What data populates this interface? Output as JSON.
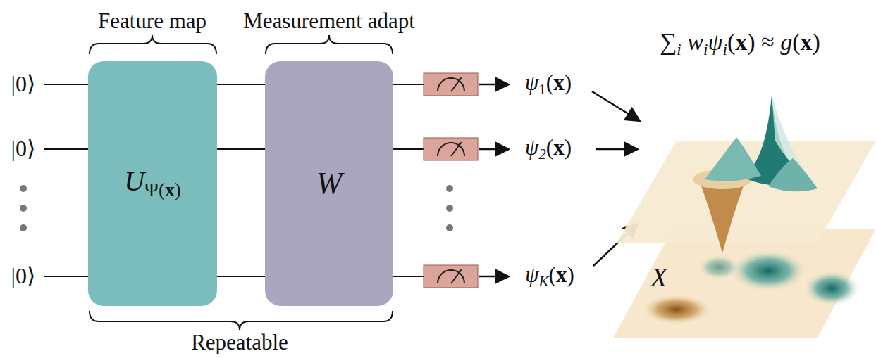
{
  "diagram": {
    "nodes": [
      {
        "text": [
          "UΨ(x)"
        ]
      },
      {
        "text": [
          "W"
        ]
      }
    ],
    "edges": [
      {
        "from": 0,
        "to": 1,
        "arrow": "none"
      },
      {
        "from": 0,
        "to": 1,
        "arrow": "none"
      },
      {
        "from": 0,
        "to": 1,
        "arrow": "none"
      }
    ],
    "labels": [
      "|0⟩",
      "|0⟩",
      "|0⟩",
      "Feature map",
      "Measurement adapt",
      "Repeatable",
      "ψ1(x)",
      "ψ2(x)",
      "ψK(x)",
      "∑i wiψi(x) ≈ g(x)",
      "X"
    ]
  }
}
